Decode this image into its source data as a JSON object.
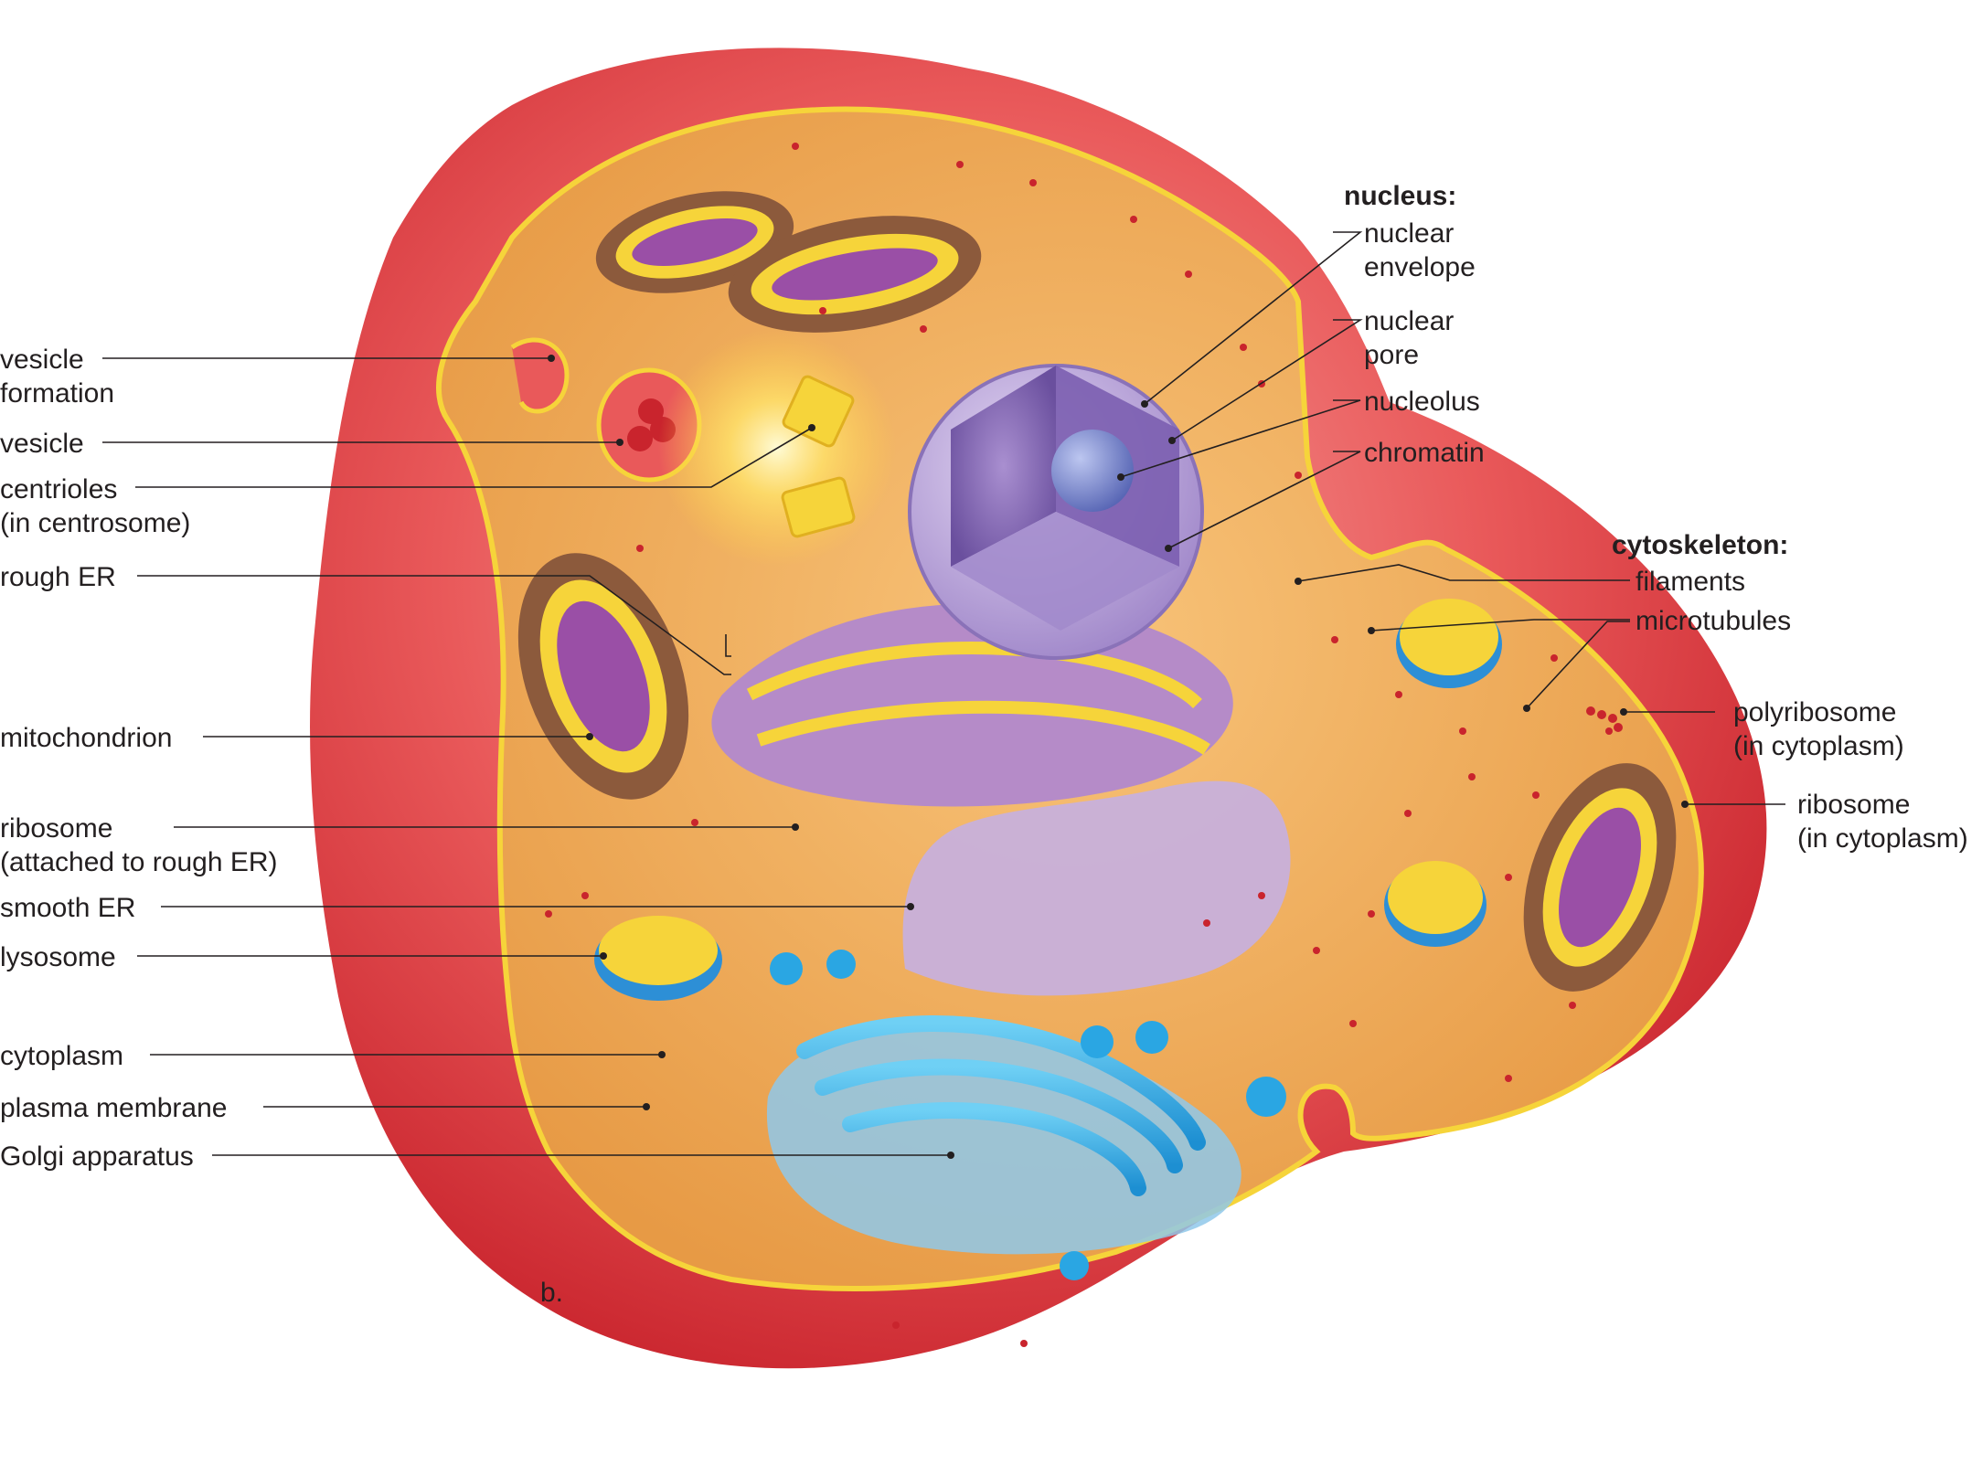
{
  "figure_label": "b.",
  "colors": {
    "plasma_membrane": "#e0383e",
    "cytoplasm": "#f2a752",
    "nucleus": "#b3a0d6",
    "golgi": "#2aa6e3",
    "er": "#b58bc8",
    "lysosome": "#f6d23a",
    "mitochondrion": "#8c5a3c"
  },
  "labels_left": [
    {
      "key": "vesicle_formation",
      "lines": [
        "vesicle",
        "formation"
      ]
    },
    {
      "key": "vesicle",
      "lines": [
        "vesicle"
      ]
    },
    {
      "key": "centrioles",
      "lines": [
        "centrioles",
        "(in centrosome)"
      ]
    },
    {
      "key": "rough_er",
      "lines": [
        "rough ER"
      ]
    },
    {
      "key": "mitochondrion",
      "lines": [
        "mitochondrion"
      ]
    },
    {
      "key": "ribosome_attached",
      "lines": [
        "ribosome",
        "(attached to rough ER)"
      ]
    },
    {
      "key": "smooth_er",
      "lines": [
        "smooth ER"
      ]
    },
    {
      "key": "lysosome",
      "lines": [
        "lysosome"
      ]
    },
    {
      "key": "cytoplasm",
      "lines": [
        "cytoplasm"
      ]
    },
    {
      "key": "plasma_membrane",
      "lines": [
        "plasma membrane"
      ]
    },
    {
      "key": "golgi",
      "lines": [
        "Golgi apparatus"
      ]
    }
  ],
  "nucleus_group": {
    "heading": "nucleus:",
    "items": [
      {
        "key": "nuclear_envelope",
        "lines": [
          "nuclear",
          "envelope"
        ]
      },
      {
        "key": "nuclear_pore",
        "lines": [
          "nuclear",
          "pore"
        ]
      },
      {
        "key": "nucleolus",
        "lines": [
          "nucleolus"
        ]
      },
      {
        "key": "chromatin",
        "lines": [
          "chromatin"
        ]
      }
    ]
  },
  "cytoskeleton_group": {
    "heading": "cytoskeleton:",
    "items": [
      {
        "key": "filaments",
        "lines": [
          "filaments"
        ]
      },
      {
        "key": "microtubules",
        "lines": [
          "microtubules"
        ]
      }
    ]
  },
  "labels_right": [
    {
      "key": "polyribosome",
      "lines": [
        "polyribosome",
        "(in cytoplasm)"
      ]
    },
    {
      "key": "ribosome_cytoplasm",
      "lines": [
        "ribosome",
        "(in cytoplasm)"
      ]
    }
  ]
}
